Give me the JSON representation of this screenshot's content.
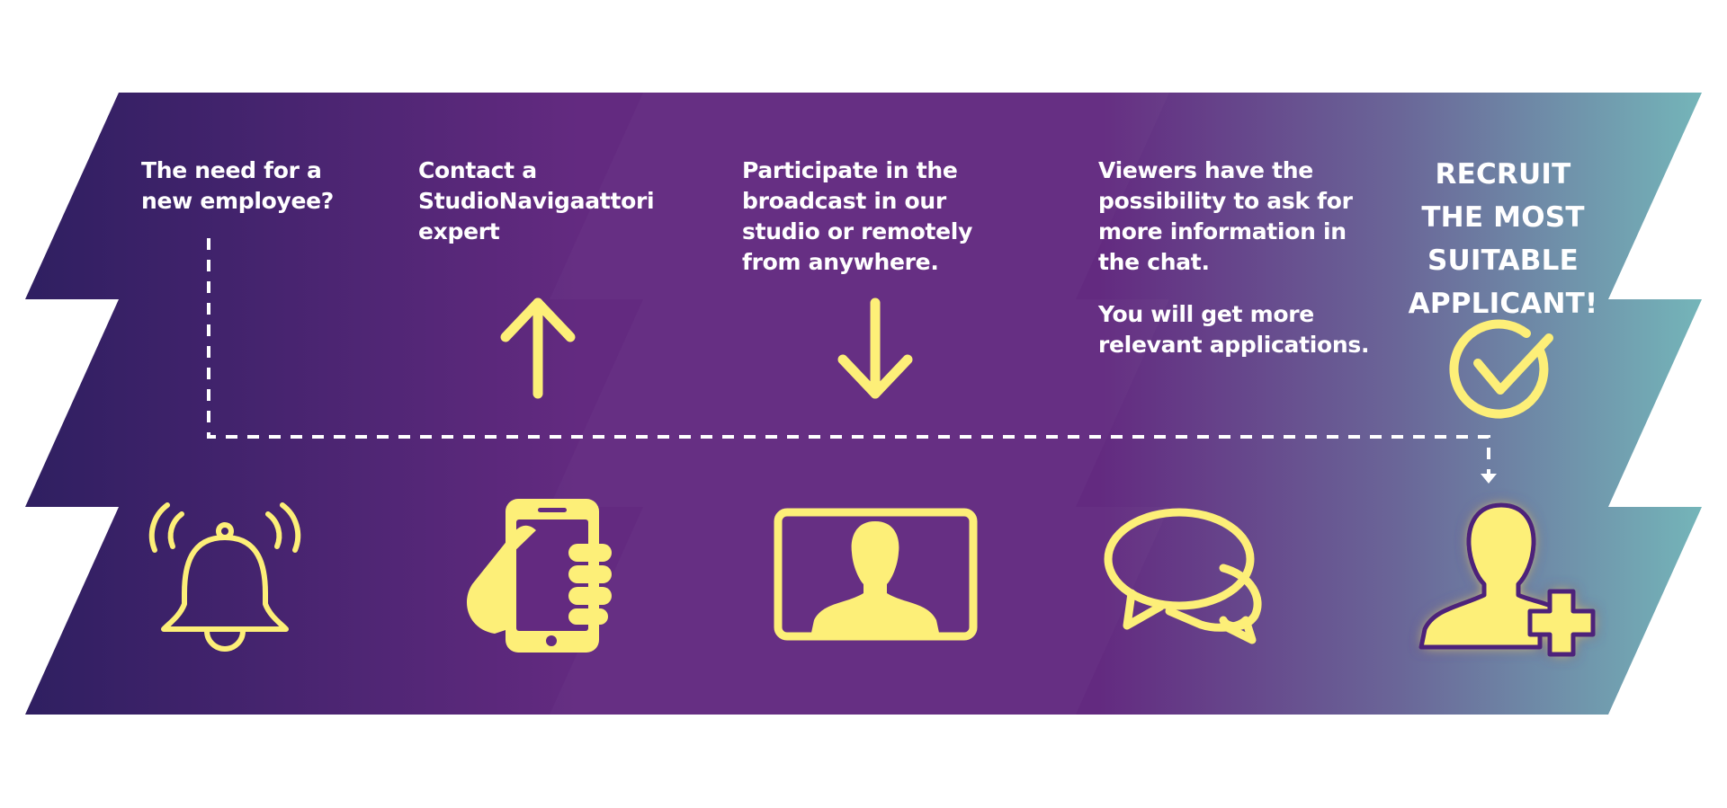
{
  "colors": {
    "gradient_start": "#2f1f61",
    "gradient_mid": "#632a80",
    "gradient_end": "#74b5b9",
    "accent_yellow": "#fdef78",
    "text": "#ffffff",
    "outline_purple": "#4d237a"
  },
  "steps": [
    {
      "text": "The need for a new employee?",
      "lines": [
        "The need for a",
        "new employee?"
      ],
      "icon": "alarm-bell-icon"
    },
    {
      "text": "Contact a StudioNavigaattori expert",
      "lines": [
        "Contact a",
        "StudioNavigaattori",
        "expert"
      ],
      "icon": "phone-in-hand-icon",
      "arrow": "up-arrow-icon"
    },
    {
      "text": "Participate in the broadcast in our studio or remotely from anywhere.",
      "lines": [
        "Participate in the",
        "broadcast in our",
        "studio or remotely",
        "from anywhere."
      ],
      "icon": "video-screen-person-icon",
      "arrow": "down-arrow-icon"
    },
    {
      "text": "Viewers have the possibility to ask for more information in the chat.",
      "lines": [
        "Viewers have the",
        "possibility to ask for",
        "more information in",
        "the chat."
      ],
      "extra": "You will get more relevant applications.",
      "extra_lines": [
        "You will get more",
        "relevant applications."
      ],
      "icon": "chat-bubbles-icon"
    }
  ],
  "final": {
    "headline": "RECRUIT THE MOST SUITABLE APPLICANT!",
    "headline_lines": [
      "RECRUIT",
      "THE MOST",
      "SUITABLE",
      "APPLICANT!"
    ],
    "check_icon": "check-circle-icon",
    "icon": "add-person-icon"
  }
}
